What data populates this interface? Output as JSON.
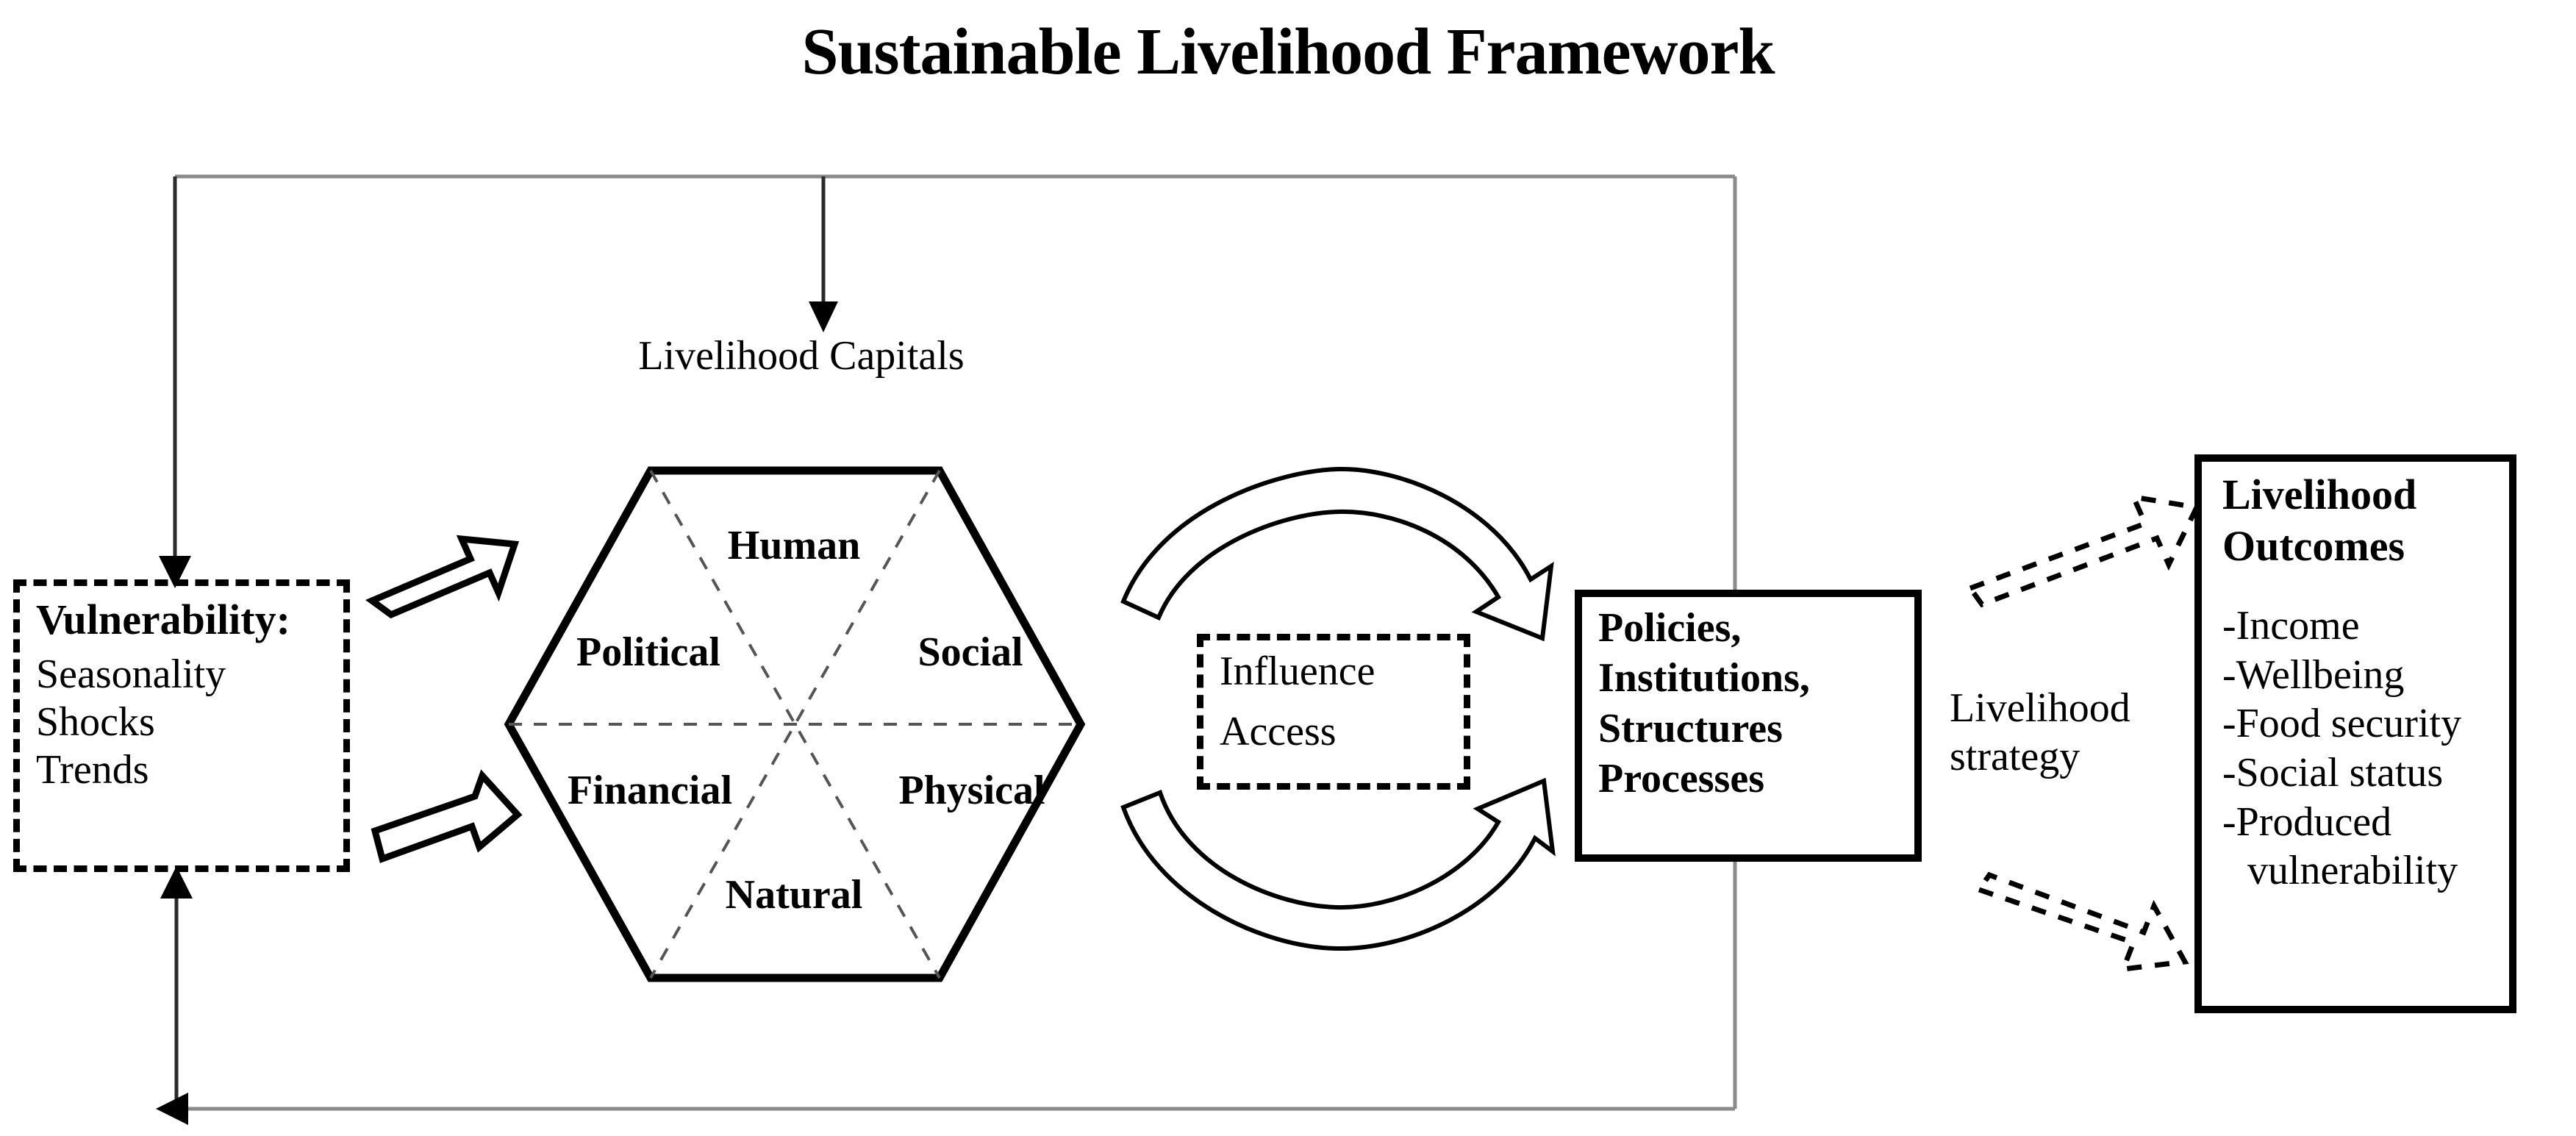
{
  "title": "Sustainable Livelihood Framework",
  "capitals_label": "Livelihood Capitals",
  "vulnerability": {
    "heading": "Vulnerability:",
    "items": [
      "Seasonality",
      "Shocks",
      "Trends"
    ]
  },
  "hexagon": {
    "sectors": [
      {
        "key": "human",
        "label": "Human"
      },
      {
        "key": "political",
        "label": "Political"
      },
      {
        "key": "social",
        "label": "Social"
      },
      {
        "key": "financial",
        "label": "Financial"
      },
      {
        "key": "physical",
        "label": "Physical"
      },
      {
        "key": "natural",
        "label": "Natural"
      }
    ]
  },
  "influence": {
    "line1": "Influence",
    "line2": "Access"
  },
  "policies": {
    "line1": "Policies,",
    "line2": "Institutions,",
    "line3": "Structures",
    "line4": "Processes"
  },
  "strategy": {
    "line1": "Livelihood",
    "line2": "strategy"
  },
  "outcomes": {
    "heading_line1": "Livelihood",
    "heading_line2": "Outcomes",
    "items": [
      "-Income",
      "-Wellbeing",
      "-Food security",
      "-Social status",
      "-Produced",
      "vulnerability"
    ]
  },
  "colors": {
    "ink": "#000000",
    "feedback_line": "#8a8a8a",
    "divider_dash": "#555555",
    "background": "#ffffff"
  }
}
